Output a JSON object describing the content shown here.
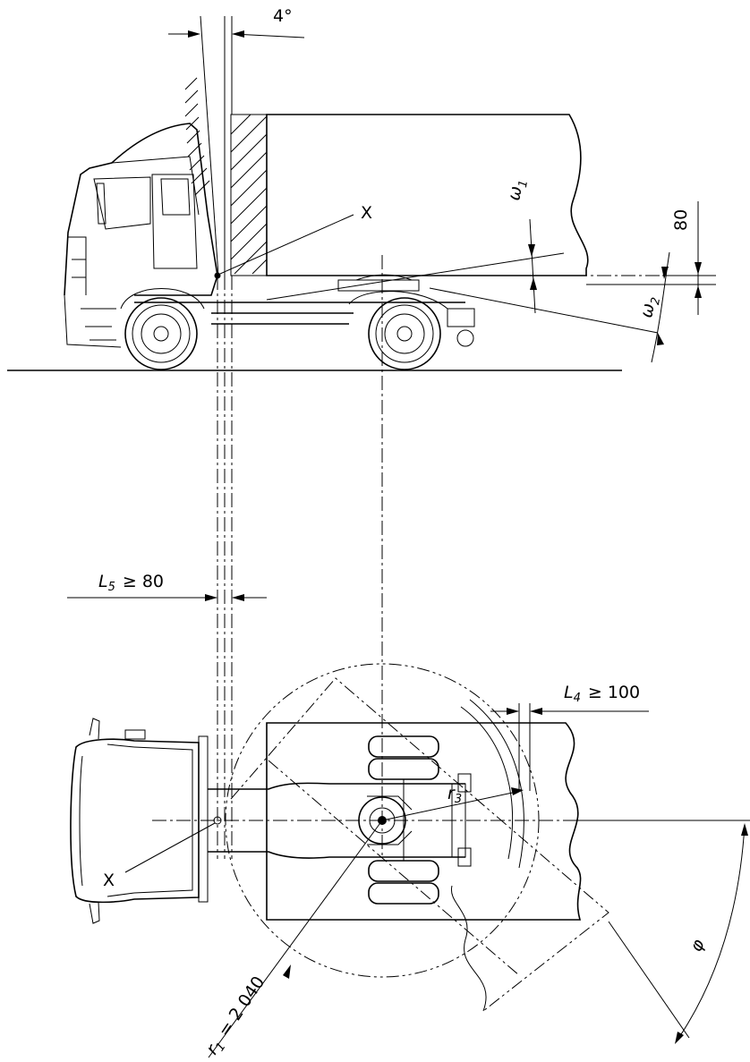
{
  "labels": {
    "angle_4": "4°",
    "point_x_side": "X",
    "point_x_top": "X",
    "dim_80": "80",
    "omega1_sym": "ω",
    "omega1_sub": "1",
    "omega2_sym": "ω",
    "omega2_sub": "2",
    "l5_sym": "L",
    "l5_sub": "5",
    "l5_val": "≥ 80",
    "l4_sym": "L",
    "l4_sub": "4",
    "l4_val": "≥ 100",
    "r3_sym": "r",
    "r3_sub": "3",
    "r1_sym": "r",
    "r1_sub": "1",
    "r1_val": "= 2 040",
    "phi_sym": "φ"
  }
}
